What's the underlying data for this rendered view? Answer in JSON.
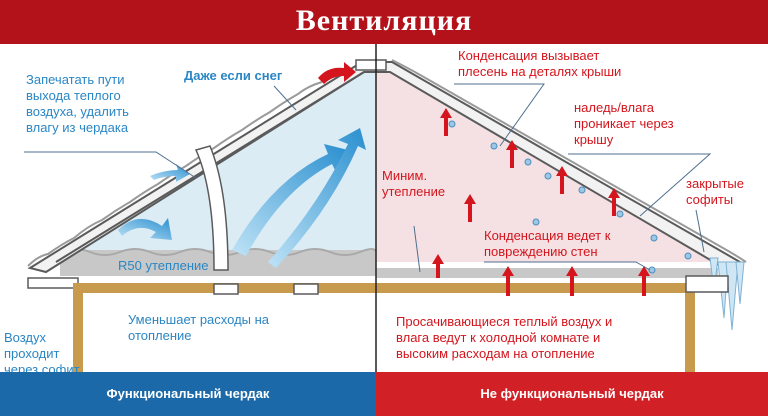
{
  "title": "Вентиляция",
  "footer": {
    "left": "Функциональный чердак",
    "right": "Не функциональный чердак"
  },
  "left_labels": {
    "seal": [
      "Запечатать пути",
      "выхода теплого",
      "воздуха, удалить",
      "влагу из чердака"
    ],
    "snow": "Даже если снег",
    "insulation": "R50 утепление",
    "savings": [
      "Уменьшает расходы на",
      "отопление"
    ],
    "soffit_air": [
      "Воздух",
      "проходит",
      "через софит"
    ]
  },
  "right_labels": {
    "condensation_mold": [
      "Конденсация вызывает",
      "плесень на деталях крыши"
    ],
    "ice_moisture": [
      "наледь/влага",
      "проникает через",
      "крышу"
    ],
    "min_insulation": [
      "Миним.",
      "утепление"
    ],
    "closed_soffits": [
      "закрытые",
      "софиты"
    ],
    "wall_damage": [
      "Конденсация ведет к",
      "повреждению стен"
    ],
    "warm_air_leak": [
      "Просачивающиеся теплый воздух и",
      "влага ведут к холодной комнате и",
      "высоким расходам на отопление"
    ]
  },
  "colors": {
    "title_bg": "#b3121a",
    "footer_left": "#1b69a8",
    "footer_right": "#d22126",
    "blue_text": "#2a86c4",
    "red_text": "#d4151d",
    "cold_attic": "#dcecf5",
    "warm_attic": "#f5e1e4"
  }
}
